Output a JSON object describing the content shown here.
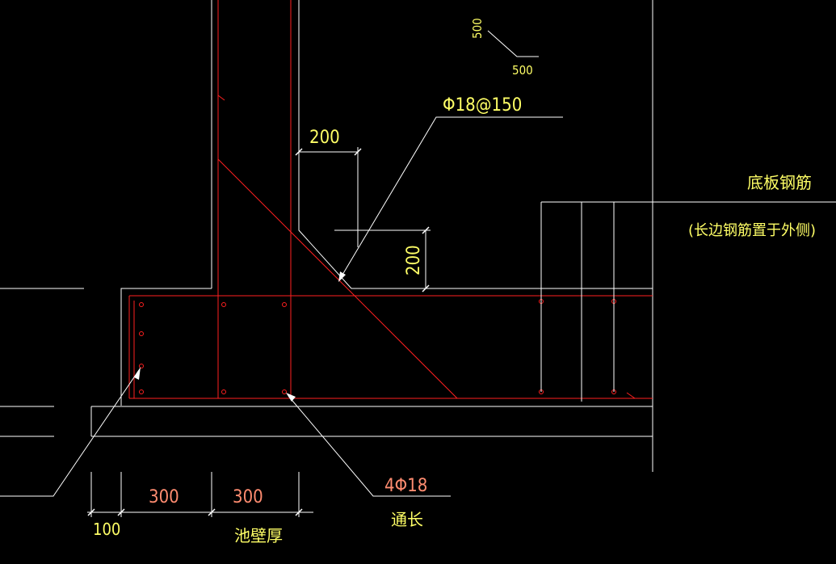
{
  "colors": {
    "background": "#000000",
    "outline_white": "#ffffff",
    "rebar_red": "#ff2020",
    "dim_text_yellow": "#ffff66",
    "dim_text_salmon": "#ff8c70",
    "leader_white": "#ffffff"
  },
  "annotations": {
    "chamfer_size_vertical": "500",
    "chamfer_size_horizontal": "500",
    "diagonal_rebar_spec": "Φ18@150",
    "haunch_width": "200",
    "haunch_height": "200",
    "bottom_slab_rebar_title": "底板钢筋",
    "bottom_slab_rebar_note": "(长边钢筋置于外侧)",
    "corner_bars_spec": "4Φ18",
    "corner_bars_note": "通长"
  },
  "dimensions": {
    "dim_100": "100",
    "dim_300_left": "300",
    "dim_300_right": "300",
    "wall_thickness_label": "池壁厚"
  },
  "icons": {
    "leader_arrow": "arrowhead-icon",
    "rebar_dot": "rebar-section-dot-icon"
  }
}
